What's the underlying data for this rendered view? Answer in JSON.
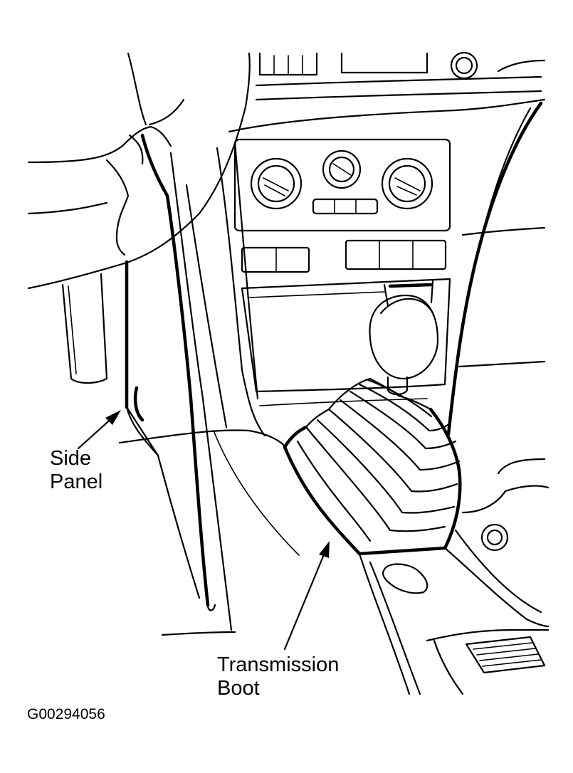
{
  "labels": {
    "side_panel": [
      "Side",
      "Panel"
    ],
    "transmission_boot": [
      "Transmission",
      "Boot"
    ]
  },
  "figure_id": "G00294056",
  "colors": {
    "line": "#000000",
    "background": "#ffffff"
  }
}
